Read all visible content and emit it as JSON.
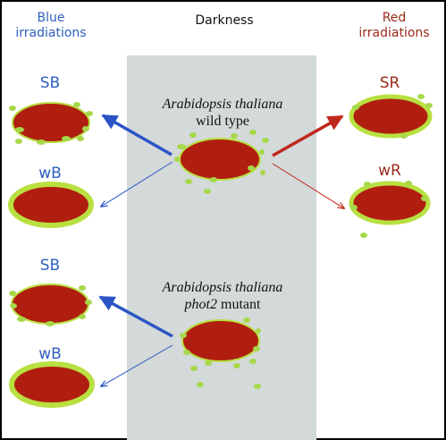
{
  "headers": {
    "blue": [
      "Blue",
      "irradiations"
    ],
    "darkness": "Darkness",
    "red": [
      "Red",
      "irradiations"
    ]
  },
  "plants": {
    "wild": {
      "species": "Arabidopsis thaliana",
      "strain": "wild type"
    },
    "mutant": {
      "species": "Arabidopsis thaliana",
      "strain_italic": "phot2",
      "strain_rest": " mutant"
    }
  },
  "tags": {
    "blue_top_strong": "SB",
    "blue_top_weak": "wB",
    "blue_bottom_strong": "SB",
    "blue_bottom_weak": "wB",
    "red_strong": "SR",
    "red_weak": "wR"
  },
  "colors": {
    "cell_fill": "#b01e10",
    "cell_outline": "#b8e040",
    "chloroplast": "#a6d84a",
    "darkness_panel": "#d4d9d9",
    "blue_arrow": "#2b55c6",
    "red_arrow": "#c0281c"
  }
}
